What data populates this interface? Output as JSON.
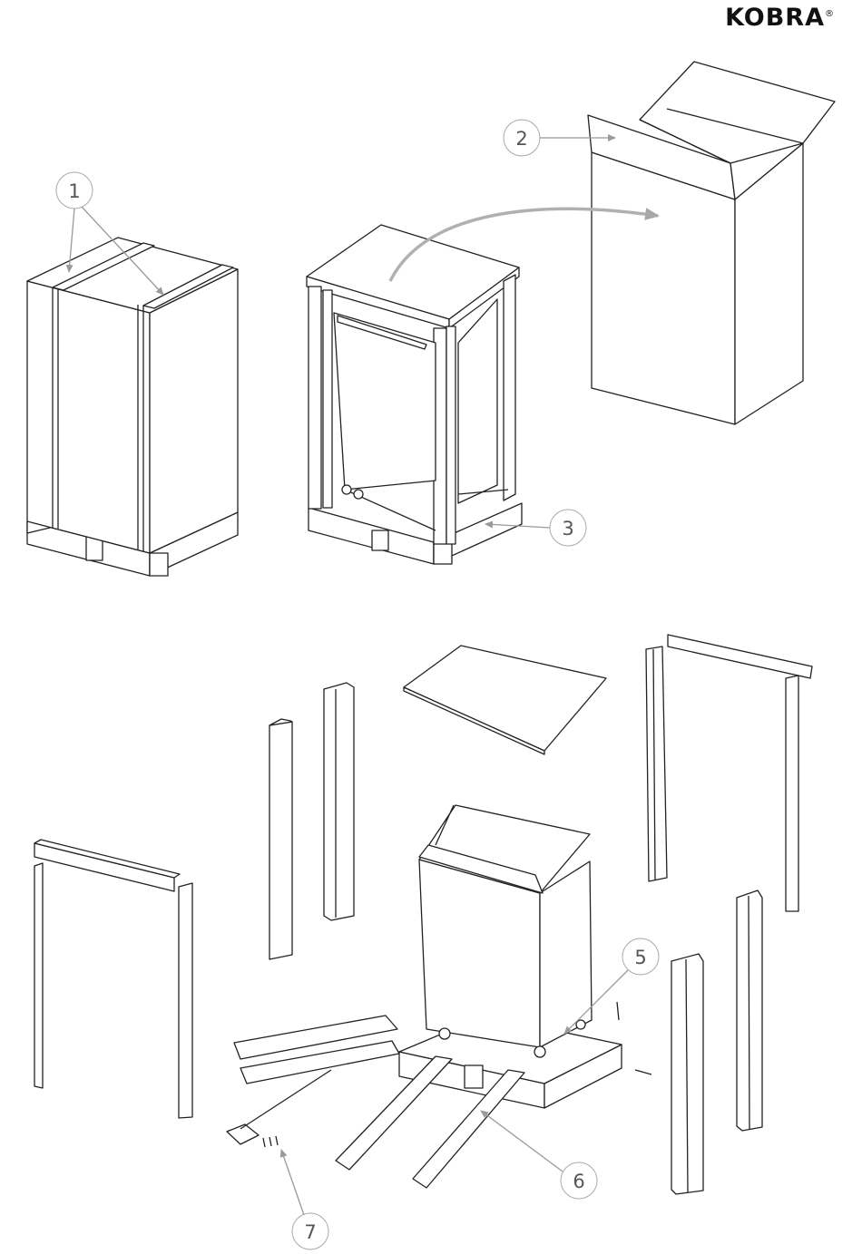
{
  "brand": {
    "logo_text": "KOBRA",
    "registered_mark": "®"
  },
  "callouts": [
    {
      "id": "1",
      "label": "1"
    },
    {
      "id": "2",
      "label": "2"
    },
    {
      "id": "3",
      "label": "3"
    },
    {
      "id": "5",
      "label": "5"
    },
    {
      "id": "6",
      "label": "6"
    },
    {
      "id": "7",
      "label": "7"
    }
  ],
  "colors": {
    "line": "#222222",
    "callout": "#9a9a9a",
    "arrow": "#a8a8a8",
    "fill": "#ffffff"
  }
}
